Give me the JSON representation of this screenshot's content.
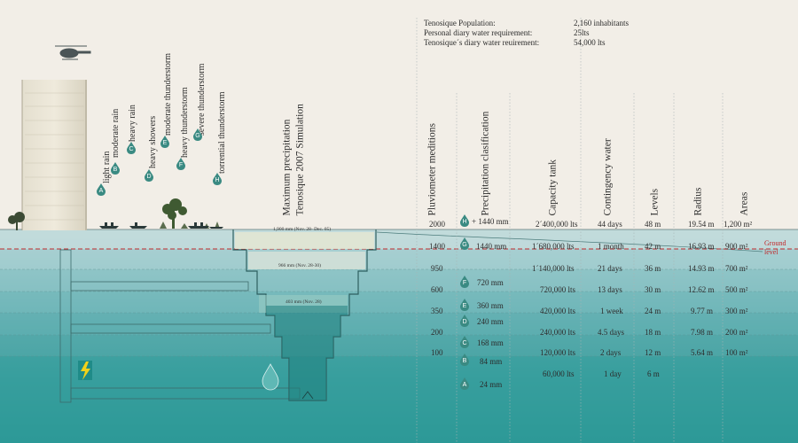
{
  "population": {
    "rows": [
      {
        "label": "Tenosique Population:",
        "value": "2,160 inhabitants"
      },
      {
        "label": "Personal diary water requirement:",
        "value": "25lts"
      },
      {
        "label": "Tenosique´s diary water reuirement:",
        "value": "54,000 lts"
      }
    ]
  },
  "rain_types": [
    {
      "letter": "A",
      "name": "light rain"
    },
    {
      "letter": "B",
      "name": "moderate rain"
    },
    {
      "letter": "C",
      "name": "heavy rain"
    },
    {
      "letter": "D",
      "name": "heavy showers"
    },
    {
      "letter": "E",
      "name": "moderate thunderstorm"
    },
    {
      "letter": "F",
      "name": "heavy thunderstorm"
    },
    {
      "letter": "G",
      "name": "severe thunderstorm"
    },
    {
      "letter": "H",
      "name": "torrential thunderstorm"
    }
  ],
  "simulation": {
    "title_line1": "Maximum precipitation",
    "title_line2": "Tenosique 2007 Simulation",
    "levels": [
      "1,900 mm (Nov. 28- Dec. 05)",
      "966 mm (Nov. 28-30)",
      "403 mm (Nov. 28)"
    ]
  },
  "ground_label": {
    "line1": "Ground",
    "line2": "level"
  },
  "columns": {
    "pluviometer": "Pluviometer meditions",
    "classification": "Precipitation clasification",
    "capacity": "Capacity tank",
    "contingency": "Contingency water",
    "levels": "Levels",
    "radius": "Radius",
    "areas": "Areas"
  },
  "table_rows": [
    {
      "pluvio": "2000",
      "letter": "H",
      "precip": "+ 1440 mm",
      "capacity": "2´400,000 lts",
      "contingency": "44 days",
      "level": "48 m",
      "radius": "19.54 m",
      "area": "1,200 m²"
    },
    {
      "pluvio": "1400",
      "letter": "G",
      "precip": "1440 mm",
      "capacity": "1´680,000 lts",
      "contingency": "1 month",
      "level": "42 m",
      "radius": "16.93 m",
      "area": "900 m²"
    },
    {
      "pluvio": "950",
      "letter": "",
      "precip": "",
      "capacity": "1´140,000 lts",
      "contingency": "21 days",
      "level": "36 m",
      "radius": "14.93 m",
      "area": "700 m²"
    },
    {
      "pluvio": "600",
      "letter": "F",
      "precip": "720 mm",
      "capacity": "720,000 lts",
      "contingency": "13 days",
      "level": "30 m",
      "radius": "12.62 m",
      "area": "500 m²"
    },
    {
      "pluvio": "350",
      "letter": "E",
      "precip": "360 mm",
      "capacity": "420,000 lts",
      "contingency": "1 week",
      "level": "24 m",
      "radius": "9.77 m",
      "area": "300 m²"
    },
    {
      "pluvio": "200",
      "letter": "D",
      "precip": "240 mm",
      "capacity": "240,000 lts",
      "contingency": "4.5 days",
      "level": "18 m",
      "radius": "7.98 m",
      "area": "200 m²"
    },
    {
      "pluvio": "100",
      "letter": "C",
      "precip": "168 mm",
      "capacity": "120,000 lts",
      "contingency": "2 days",
      "level": "12 m",
      "radius": "5.64 m",
      "area": "100 m²"
    },
    {
      "pluvio": "",
      "letter": "B",
      "precip": "84 mm",
      "capacity": "",
      "contingency": "",
      "level": "",
      "radius": "",
      "area": ""
    },
    {
      "pluvio": "",
      "letter": "A",
      "precip": "24 mm",
      "capacity": "60,000 lts",
      "contingency": "1 day",
      "level": "6 m",
      "radius": "",
      "area": ""
    }
  ],
  "colors": {
    "paper": "#f2eee7",
    "water_light": "#aeced1",
    "water_deep": "#2a9996",
    "ground_line": "#c0282a",
    "drop": "#3a8a82"
  }
}
